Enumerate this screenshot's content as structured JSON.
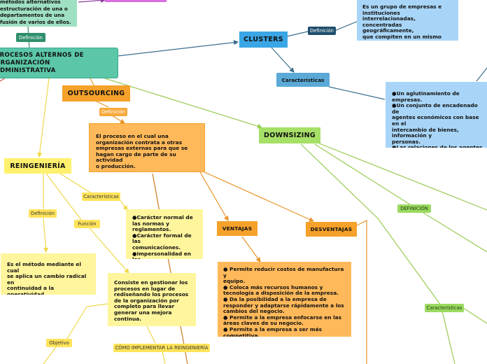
{
  "colors": {
    "root": "#5bc7a8",
    "top_note": "#9fe0c3",
    "purple": "#d86ee0",
    "clusters": "#3aa6e6",
    "clusters_label": "#1f4e6b",
    "caracteristicas_blue": "#5aa9d6",
    "light_blue": "#a8d5f7",
    "orange": "#f5a12a",
    "orange_label": "#f7a93a",
    "orange_box": "#ffb95a",
    "green": "#a6e067",
    "green_label": "#9bd960",
    "yellow": "#fff16e",
    "yellow_label": "#ffe35a",
    "yellow_box": "#fff59c",
    "edge_blue": "#3b6f8f",
    "edge_orange": "#e8952a",
    "edge_green": "#9acb56",
    "edge_yellow": "#f0d84a",
    "edge_dark_orange": "#c77b22",
    "edge_purple": "#8a3aa0",
    "edge_red": "#d9534f"
  },
  "top_note": {
    "text": "métodos alternativos\nestructuración de una o\ndepartamentos de una\nfusión de varios de ellos."
  },
  "root": {
    "title": "PROCESOS ALTERNOS DE\nORGANIZACIÓN\nADMINISTRATIVA"
  },
  "labels": {
    "definicion_top": "Definición",
    "clusters_definicion": "Definición",
    "clusters_caracteristicas": "Características",
    "outsourcing_definicion": "Definición",
    "downsizing_definicion": "DEFINICIÓN",
    "downsizing_caracteristicas": "Características",
    "reingenieria_definicion": "Definición",
    "reingenieria_caracteristicas": "Características",
    "reingenieria_funcion": "Función",
    "reingenieria_objetivo": "Objetivo",
    "como_implementar": "CÓMO IMPLEMENTAR LA REINGENIERÍA"
  },
  "main_nodes": {
    "clusters": "CLUSTERS",
    "outsourcing": "OUTSOURCING",
    "downsizing": "DOWNSIZING",
    "reingenieria": "REINGENIERÍA",
    "ventajas": "VENTAJAS",
    "desventajas": "DESVENTAJAS"
  },
  "boxes": {
    "clusters_definition": "Es un grupo de empresas e\ninstituciones interrelacionadas,\nconcentradas geográficamente,\nque compiten en un mismo\nnegocio.",
    "clusters_characteristics": "●Un aglutinamiento de empresas.\n●Un conjunto de encadenado de\nagentes económicos con base en el\nintercambio de bienes, información y\npersonas.\n●Las relaciones de los agentes\neconómicos obedecen a un código de\nconducta.",
    "outsourcing_definition": "El proceso en el cual una\norganización contrata a otras\nempresas externas para que se\nhagan cargo de parte de su actividad\no producción.",
    "ventajas_list": "● Permite reducir costos de manufactura y\nequipo.\n● Coloca más recursos humanos y\ntecnología a disposición de la empresa.\n● Da la posibilidad a la empresa de\nresponder y adaptarse rápidamente a los\ncambios del negocio.\n● Permite a la empresa enfocarse en las\náreas claves de su negocio.\n● Permite a la empresa a ser más\ncompetitiva.",
    "reingenieria_definition": "Es el método mediante el cual\nse aplica un cambio radical en\ncontinuidad a la operatividad\nde una organización",
    "reingenieria_characteristics": "●Carácter normal de\nlas normas y\nreglamentos.\n●Carácter formal de las\ncomunicaciones.\n●Impersonalidad en las\nrelaciones.",
    "reingenieria_function": "Consiste en gestionar los\nprocesos en lugar de\nrediseñando los procesos\nde la organización por\ncompleto para llevar\ngenerar una mejora\ncontinua."
  }
}
